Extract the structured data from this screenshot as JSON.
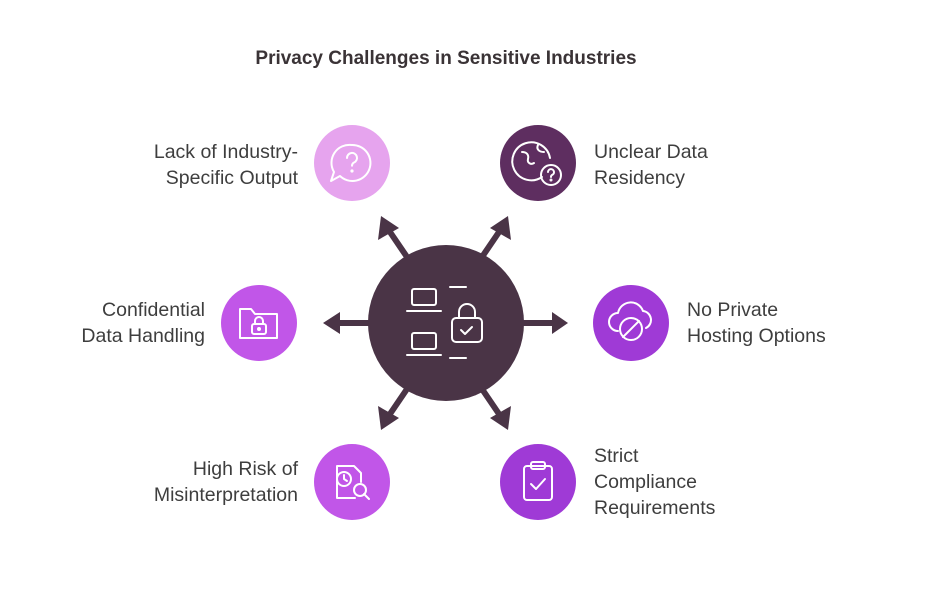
{
  "title": "Privacy Challenges in Sensitive Industries",
  "colors": {
    "hub": "#4a3446",
    "light_purple": "#e6a4ee",
    "violet": "#c156e8",
    "plum": "#5e2e60",
    "purple": "#9f3ad6",
    "icon_stroke": "#ffffff",
    "text": "#3e3e3e"
  },
  "hub": {
    "icon": "laptops-lock-icon"
  },
  "items": [
    {
      "lines": [
        "Lack of Industry-",
        "Specific Output"
      ],
      "icon": "question-bubble-icon",
      "color": "light_purple"
    },
    {
      "lines": [
        "Unclear Data",
        "Residency"
      ],
      "icon": "globe-question-icon",
      "color": "plum"
    },
    {
      "lines": [
        "Confidential",
        "Data Handling"
      ],
      "icon": "folder-lock-icon",
      "color": "violet"
    },
    {
      "lines": [
        "No Private",
        "Hosting Options"
      ],
      "icon": "cloud-block-icon",
      "color": "purple"
    },
    {
      "lines": [
        "High Risk of",
        "Misinterpretation"
      ],
      "icon": "document-search-icon",
      "color": "violet"
    },
    {
      "lines": [
        "Strict",
        "Compliance",
        "Requirements"
      ],
      "icon": "clipboard-check-icon",
      "color": "purple"
    }
  ]
}
